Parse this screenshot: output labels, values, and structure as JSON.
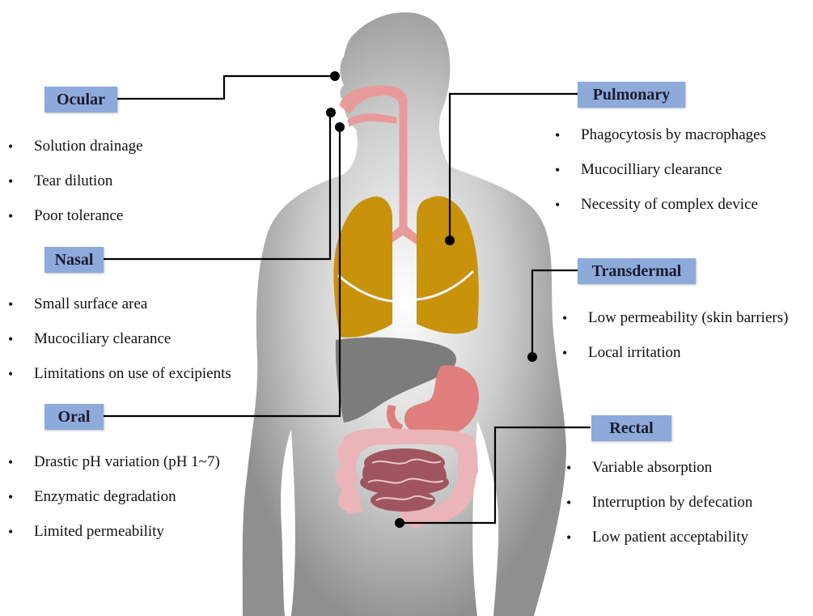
{
  "routes": {
    "ocular": {
      "label": "Ocular",
      "items": [
        "Solution drainage",
        "Tear dilution",
        "Poor tolerance"
      ]
    },
    "nasal": {
      "label": "Nasal",
      "items": [
        "Small surface area",
        "Mucociliary clearance",
        "Limitations on use of excipients"
      ]
    },
    "oral": {
      "label": "Oral",
      "items": [
        "Drastic pH variation (pH 1~7)",
        "Enzymatic degradation",
        "Limited permeability"
      ]
    },
    "pulmonary": {
      "label": "Pulmonary",
      "items": [
        "Phagocytosis by macrophages",
        "Mucocilliary clearance",
        "Necessity of complex device"
      ]
    },
    "transdermal": {
      "label": "Transdermal",
      "items": [
        "Low permeability (skin barriers)",
        "Local irritation"
      ]
    },
    "rectal": {
      "label": "Rectal",
      "items": [
        "Variable absorption",
        "Interruption by defecation",
        "Low patient acceptability"
      ]
    }
  },
  "colors": {
    "label_box": "#8eaadb",
    "body_silhouette": "#9a9a9a",
    "lungs": "#c8920a",
    "airway": "#e8999a",
    "liver": "#7c7c7c",
    "stomach": "#e07e7e",
    "colon": "#eab4b8",
    "small_intestine": "#a0555e",
    "connector": "#000000"
  }
}
